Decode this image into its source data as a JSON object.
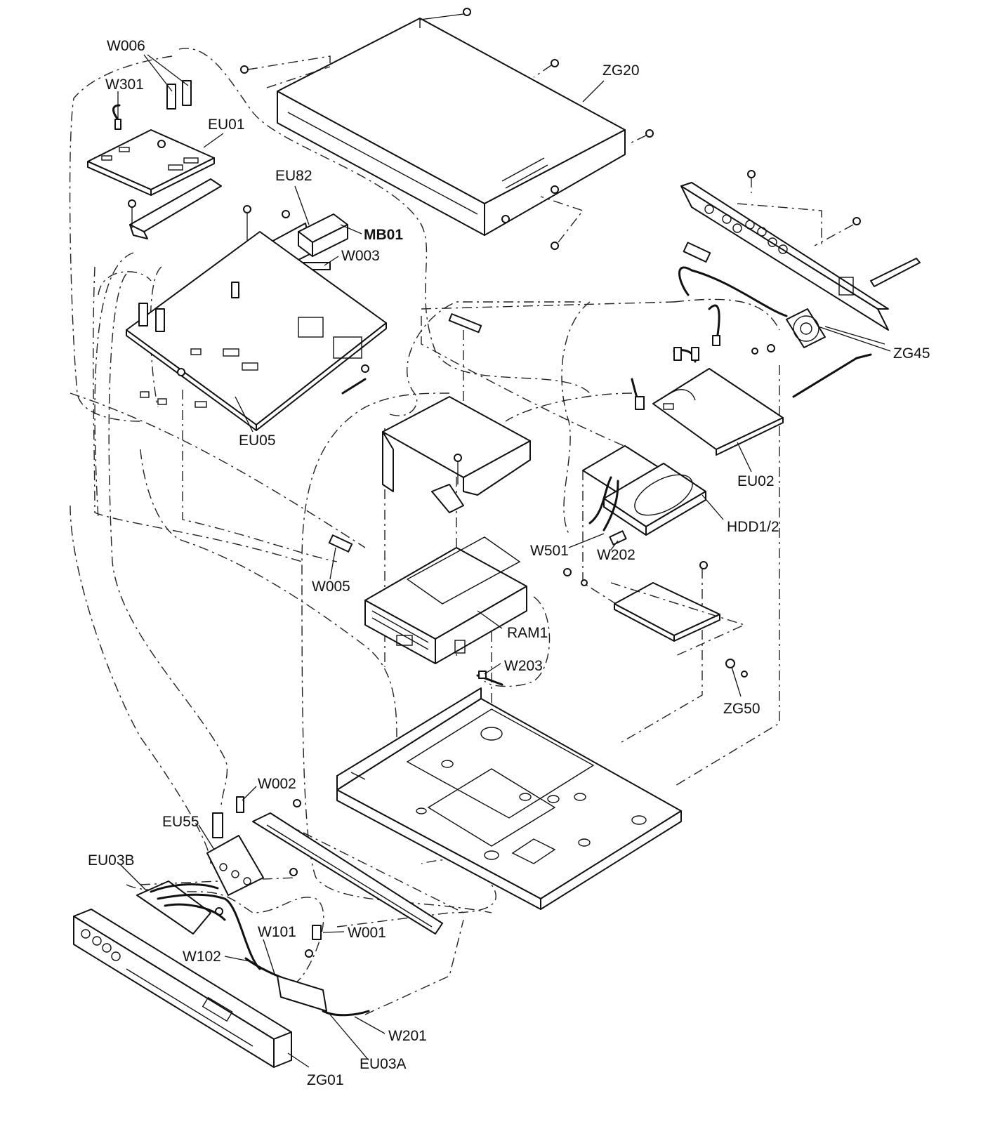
{
  "labels": {
    "W006": "W006",
    "W301": "W301",
    "EU01": "EU01",
    "EU82": "EU82",
    "MB01": "MB01",
    "W003": "W003",
    "ZG20": "ZG20",
    "ZG45": "ZG45",
    "EU05": "EU05",
    "EU02": "EU02",
    "HDD": "HDD1/2",
    "W501": "W501",
    "W202": "W202",
    "W005": "W005",
    "RAM1": "RAM1",
    "W203": "W203",
    "ZG50": "ZG50",
    "W002": "W002",
    "EU55": "EU55",
    "EU03B": "EU03B",
    "W101": "W101",
    "W001": "W001",
    "W102": "W102",
    "W201": "W201",
    "ZG01": "ZG01",
    "EU03A": "EU03A"
  },
  "colors": {
    "line": "#111111",
    "background": "#ffffff"
  }
}
